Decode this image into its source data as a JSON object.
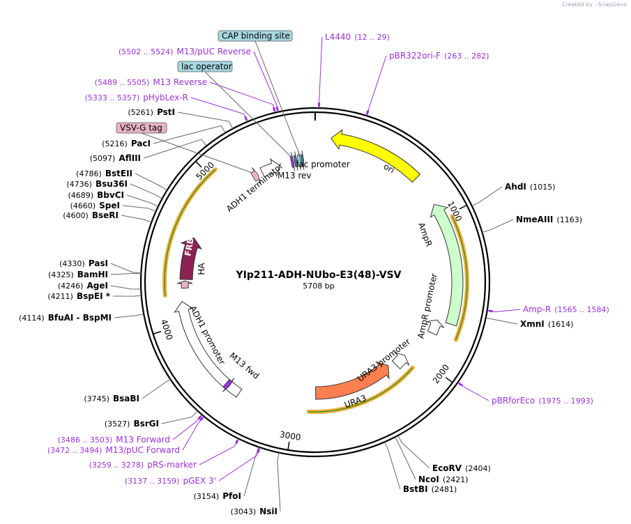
{
  "brand": {
    "prefix": "Created by",
    "name": "SnapGene"
  },
  "plasmid": {
    "name": "YIp211-ADH-NUbo-E3(48)-VSV",
    "length": 5708,
    "length_label": "5708 bp"
  },
  "colors": {
    "backbone": "#000000",
    "ori": "#ffff00",
    "amp": "#ccffcc",
    "ura3": "#ff7f50",
    "frb": "#8b2252",
    "orf_outline": "#f5b041",
    "orf_inner": "#4a8f1a",
    "primer": "#9b30d9",
    "label_box_blue": "#a8d8e0",
    "label_box_pink": "#e8b4c4"
  },
  "tick_labels": [
    {
      "bp": 1000,
      "text": "1000"
    },
    {
      "bp": 2000,
      "text": "2000"
    },
    {
      "bp": 3000,
      "text": "3000"
    },
    {
      "bp": 4000,
      "text": "4000"
    },
    {
      "bp": 5000,
      "text": "5000"
    }
  ],
  "features": [
    {
      "name": "ori",
      "start": 100,
      "end": 700,
      "strand": "-",
      "color": "#ffff00",
      "label": "ori"
    },
    {
      "name": "AmpR",
      "start": 900,
      "end": 1700,
      "strand": "-",
      "color": "#ccffcc",
      "label": "AmpR"
    },
    {
      "name": "AmpR promoter",
      "start": 1700,
      "end": 1800,
      "strand": "-",
      "color": "#ffffff",
      "label": "AmpR promoter"
    },
    {
      "name": "URA3 promoter",
      "start": 2050,
      "end": 2150,
      "strand": "-",
      "color": "#ffffff",
      "label": "URA3 promoter"
    },
    {
      "name": "URA3",
      "start": 2200,
      "end": 2850,
      "strand": "-",
      "color": "#ff7f50",
      "label": "URA3"
    },
    {
      "name": "ADH1 promoter",
      "start": 3400,
      "end": 4150,
      "strand": "+",
      "color": "#ffffff",
      "label": "ADH1 promoter"
    },
    {
      "name": "HA",
      "start": 4240,
      "end": 4290,
      "strand": "+",
      "color": "#e8b4c4",
      "label": "HA"
    },
    {
      "name": "FRB*",
      "start": 4300,
      "end": 4600,
      "strand": "+",
      "color": "#8b2252",
      "label": "FRB*"
    },
    {
      "name": "ADH1 terminator",
      "start": 5300,
      "end": 5440,
      "strand": "+",
      "color": "#ffffff",
      "label": "ADH1 terminator"
    }
  ],
  "feature_labels_extra": [
    "lac promoter",
    "M13 rev",
    "M13 fwd"
  ],
  "enzymes": [
    {
      "name": "AhdI",
      "bp": 1015,
      "pos": "(1015)"
    },
    {
      "name": "NmeAIII",
      "bp": 1163,
      "pos": "(1163)"
    },
    {
      "name": "XmnI",
      "bp": 1614,
      "pos": "(1614)"
    },
    {
      "name": "EcoRV",
      "bp": 2404,
      "pos": "(2404)"
    },
    {
      "name": "NcoI",
      "bp": 2421,
      "pos": "(2421)"
    },
    {
      "name": "BstBI",
      "bp": 2481,
      "pos": "(2481)"
    },
    {
      "name": "NsiI",
      "bp": 3043,
      "pos": "(3043)"
    },
    {
      "name": "PfoI",
      "bp": 3154,
      "pos": "(3154)"
    },
    {
      "name": "BsrGI",
      "bp": 3527,
      "pos": "(3527)"
    },
    {
      "name": "BsaBI",
      "bp": 3745,
      "pos": "(3745)"
    },
    {
      "name": "BfuAI  - BspMI",
      "bp": 4114,
      "pos": "(4114)"
    },
    {
      "name": "BspEI *",
      "bp": 4211,
      "pos": "(4211)"
    },
    {
      "name": "AgeI",
      "bp": 4246,
      "pos": "(4246)"
    },
    {
      "name": "BamHI",
      "bp": 4325,
      "pos": "(4325)"
    },
    {
      "name": "PasI",
      "bp": 4330,
      "pos": "(4330)"
    },
    {
      "name": "BseRI",
      "bp": 4600,
      "pos": "(4600)"
    },
    {
      "name": "SpeI",
      "bp": 4660,
      "pos": "(4660)"
    },
    {
      "name": "BbvCI",
      "bp": 4689,
      "pos": "(4689)"
    },
    {
      "name": "Bsu36I",
      "bp": 4736,
      "pos": "(4736)"
    },
    {
      "name": "BstEII",
      "bp": 4786,
      "pos": "(4786)"
    },
    {
      "name": "AflIII",
      "bp": 5097,
      "pos": "(5097)"
    },
    {
      "name": "PacI",
      "bp": 5216,
      "pos": "(5216)"
    },
    {
      "name": "PstI",
      "bp": 5261,
      "pos": "(5261)"
    }
  ],
  "primers": [
    {
      "name": "L4440",
      "range": "(12 .. 29)",
      "bp": 20
    },
    {
      "name": "pBR322ori-F",
      "range": "(263 .. 282)",
      "bp": 272
    },
    {
      "name": "Amp-R",
      "range": "(1565 .. 1584)",
      "bp": 1575
    },
    {
      "name": "pBRforEco",
      "range": "(1975 .. 1993)",
      "bp": 1984
    },
    {
      "name": "pGEX 3'",
      "range": "(3137 .. 3159)",
      "bp": 3148
    },
    {
      "name": "pRS-marker",
      "range": "(3259 .. 3278)",
      "bp": 3268
    },
    {
      "name": "M13/pUC Forward",
      "range": "(3472 .. 3494)",
      "bp": 3483
    },
    {
      "name": "M13 Forward",
      "range": "(3486 .. 3503)",
      "bp": 3495
    },
    {
      "name": "pHybLex-R",
      "range": "(5333 .. 5357)",
      "bp": 5345
    },
    {
      "name": "M13 Reverse",
      "range": "(5489 .. 5505)",
      "bp": 5497
    },
    {
      "name": "M13/pUC Reverse",
      "range": "(5502 .. 5524)",
      "bp": 5513
    }
  ],
  "boxed_labels": [
    {
      "name": "CAP binding site",
      "bp": 5600
    },
    {
      "name": "lac operator",
      "bp": 5540
    },
    {
      "name": "VSV-G tag",
      "bp": 5230
    }
  ]
}
